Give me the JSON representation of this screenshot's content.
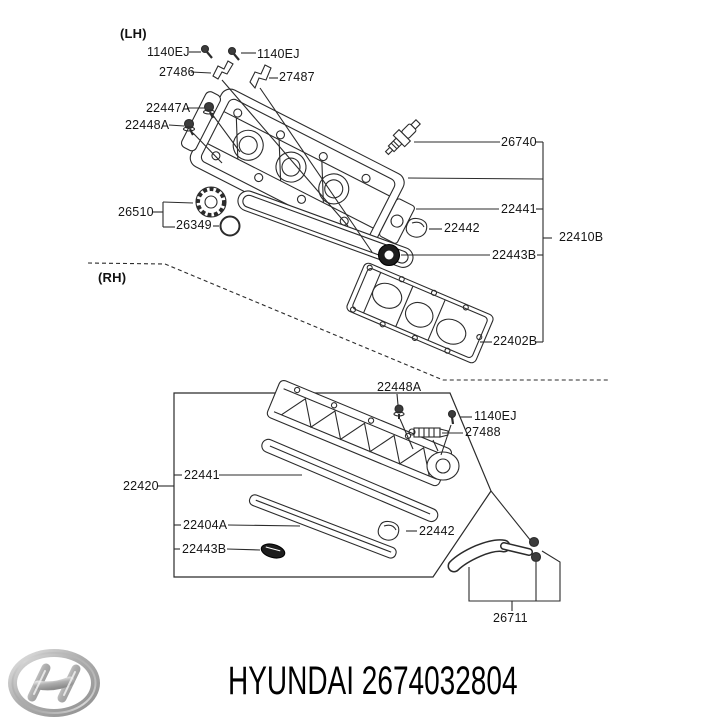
{
  "diagram": {
    "section_labels": {
      "lh": "(LH)",
      "rh": "(RH)"
    },
    "callouts": {
      "bolt_1140ej": "1140EJ",
      "clamp_27486": "27486",
      "clamp_27487": "27487",
      "bolt_22447a": "22447A",
      "bolt_22448a": "22448A",
      "spark_plug_26740": "26740",
      "oil_filler_cap_26510": "26510",
      "o_ring_26349": "26349",
      "gasket_22441": "22441",
      "seal_22442": "22442",
      "tube_seal_22443b": "22443B",
      "cover_assy_22410b": "22410B",
      "gasket_22402b": "22402B",
      "pcv_valve_27488": "27488",
      "cover_box_22420": "22420",
      "baffle_plate_22404a": "22404A",
      "breather_hose_26711": "26711"
    }
  },
  "footer": {
    "brand_line": "HYUNDAI 2674032804"
  },
  "colors": {
    "background": "#ffffff",
    "line_art": "#2b2b2b",
    "label_text": "#151515",
    "logo_silver": "#b5b5b5"
  }
}
